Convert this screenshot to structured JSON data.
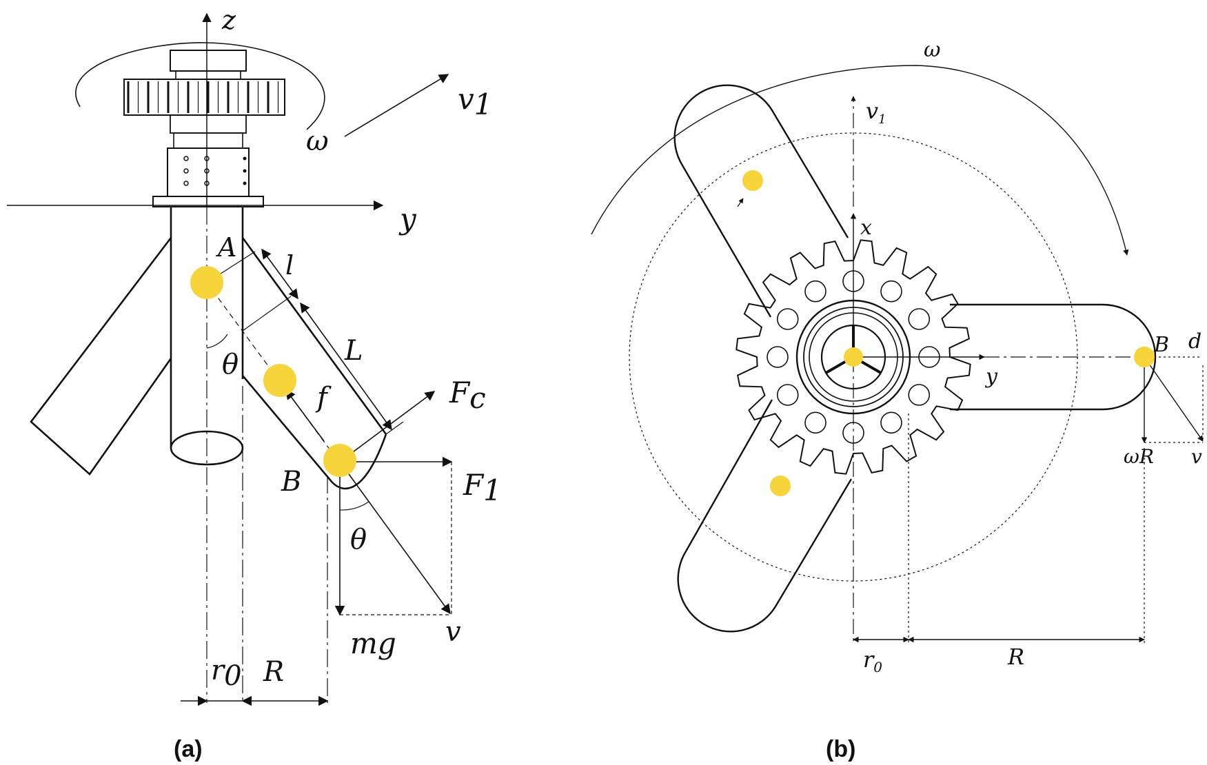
{
  "panel_a": {
    "caption": "(a)",
    "labels": {
      "z": "z",
      "y": "y",
      "omega": "ω",
      "v1": "v",
      "v1_sub": "1",
      "A": "A",
      "l": "l",
      "L": "L",
      "theta1": "θ",
      "f": "f",
      "Fc": "F",
      "Fc_sub": "c",
      "B": "B",
      "F1": "F",
      "F1_sub": "1",
      "theta2": "θ",
      "mg": "mg",
      "v": "v",
      "r0": "r",
      "r0_sub": "0",
      "R": "R"
    }
  },
  "panel_b": {
    "caption": "(b)",
    "labels": {
      "omega": "ω",
      "v1": "v",
      "v1_sub": "1",
      "x": "x",
      "y": "y",
      "B": "B",
      "d": "d",
      "omegaR": "ωR",
      "v": "v",
      "r0": "r",
      "r0_sub": "0",
      "R": "R"
    }
  },
  "colors": {
    "ink": "#111111",
    "marker": "#f7d43a"
  }
}
